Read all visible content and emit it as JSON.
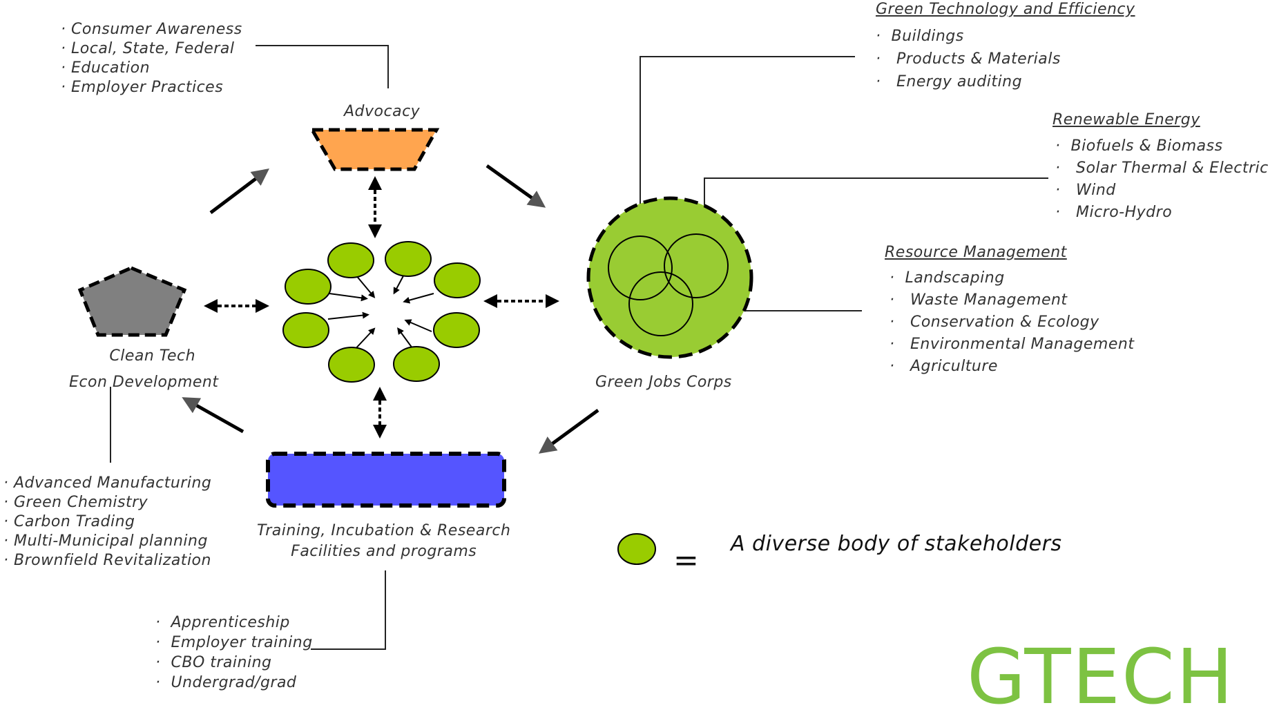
{
  "nodes": {
    "advocacy": "Advocacy",
    "clean_tech": [
      "Clean Tech",
      "Econ Development"
    ],
    "green_jobs": "Green Jobs Corps",
    "training": [
      "Training, Incubation & Research",
      "Facilities and programs"
    ]
  },
  "lists": {
    "advocacy": [
      "Consumer Awareness",
      "Local, State, Federal",
      "Education",
      "Employer Practices"
    ],
    "clean_tech": [
      "Advanced Manufacturing",
      "Green Chemistry",
      "Carbon Trading",
      "Multi-Municipal planning",
      "Brownfield Revitalization"
    ],
    "training": [
      "Apprenticeship",
      "Employer training",
      "CBO training",
      "Undergrad/grad"
    ],
    "green_tech": {
      "title": "Green Technology and Efficiency",
      "items": [
        "Buildings",
        "Products & Materials",
        "Energy auditing"
      ]
    },
    "renewable": {
      "title": "Renewable Energy",
      "items": [
        "Biofuels & Biomass",
        "Solar Thermal & Electric",
        "Wind",
        "Micro-Hydro"
      ]
    },
    "resource": {
      "title": "Resource Management",
      "items": [
        "Landscaping",
        "Waste Management",
        "Conservation & Ecology",
        "Environmental Management",
        "Agriculture"
      ]
    }
  },
  "legend": {
    "equals": "=",
    "text": "A diverse body of stakeholders"
  },
  "logo": "GTECH",
  "colors": {
    "advocacy": "#ffa54f",
    "clean_tech": "#808080",
    "green_jobs": "#99cc33",
    "training": "#5555ff",
    "stakeholder": "#99cc00",
    "logo": "#7dc242"
  }
}
